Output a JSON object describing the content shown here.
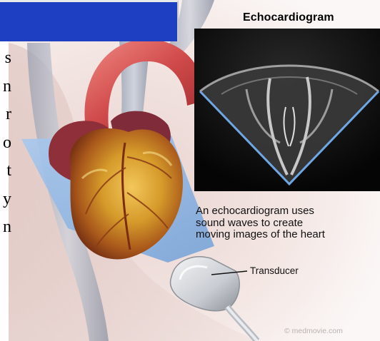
{
  "diagram": {
    "title": "Echocardiogram",
    "caption_lines": [
      "An echocardiogram uses",
      "sound waves to create",
      "moving images of the heart"
    ],
    "transducer_label": "Transducer",
    "credit": "© medmovie.com"
  },
  "page_fragment": {
    "cut_letters": [
      "s",
      "n",
      "r",
      "o",
      "t",
      "y",
      "n"
    ]
  },
  "colors": {
    "top_bar": "#1e3fc2",
    "background": "#f5efed",
    "scan_blue": "#7fb0e4",
    "heart_gold": "#d59a2a",
    "aorta_red": "#d04a4a"
  },
  "icons": {
    "heart": "heart-illustration",
    "transducer": "transducer-probe",
    "ultrasound": "ultrasound-sector-image"
  }
}
